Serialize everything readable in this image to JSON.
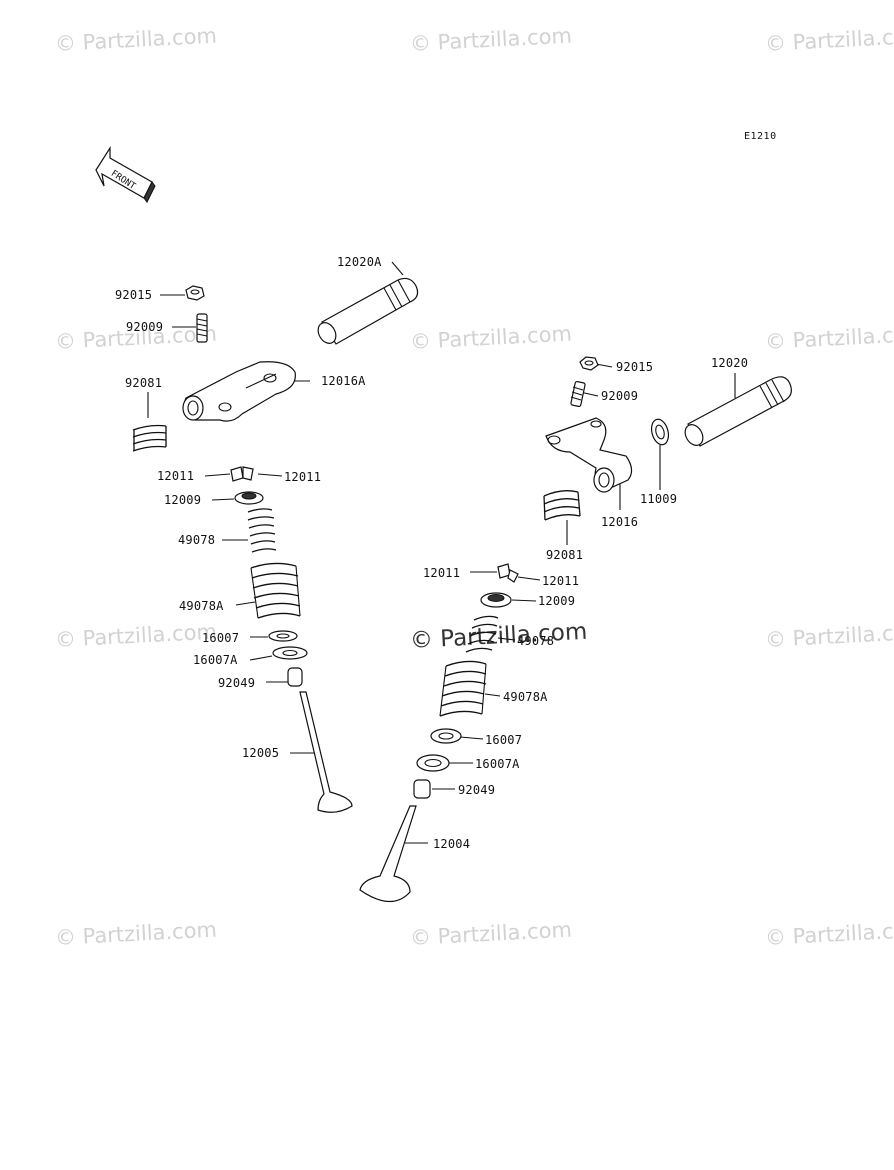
{
  "diagram_code": "E1210",
  "front_arrow_label": "FRONT",
  "watermark_text": "© Partzilla.com",
  "center_watermark_text": "© Partzilla.com",
  "callouts": {
    "p92015_l": "92015",
    "p92009_l": "92009",
    "p12020A": "12020A",
    "p92081_l": "92081",
    "p12016A": "12016A",
    "p12011_la": "12011",
    "p12011_lb": "12011",
    "p12009_l": "12009",
    "p49078_l": "49078",
    "p49078A_l": "49078A",
    "p16007_l": "16007",
    "p16007A_l": "16007A",
    "p92049_l": "92049",
    "p12005": "12005",
    "p92015_r": "92015",
    "p12020": "12020",
    "p92009_r": "92009",
    "p11009": "11009",
    "p12016": "12016",
    "p92081_r": "92081",
    "p12011_ra": "12011",
    "p12011_rb": "12011",
    "p12009_r": "12009",
    "p49078_r": "49078",
    "p49078A_r": "49078A",
    "p16007_r": "16007",
    "p16007A_r": "16007A",
    "p92049_r": "92049",
    "p12004": "12004"
  },
  "colors": {
    "line": "#111111",
    "watermark": "#d2d2d2",
    "center_watermark": "#333333"
  }
}
